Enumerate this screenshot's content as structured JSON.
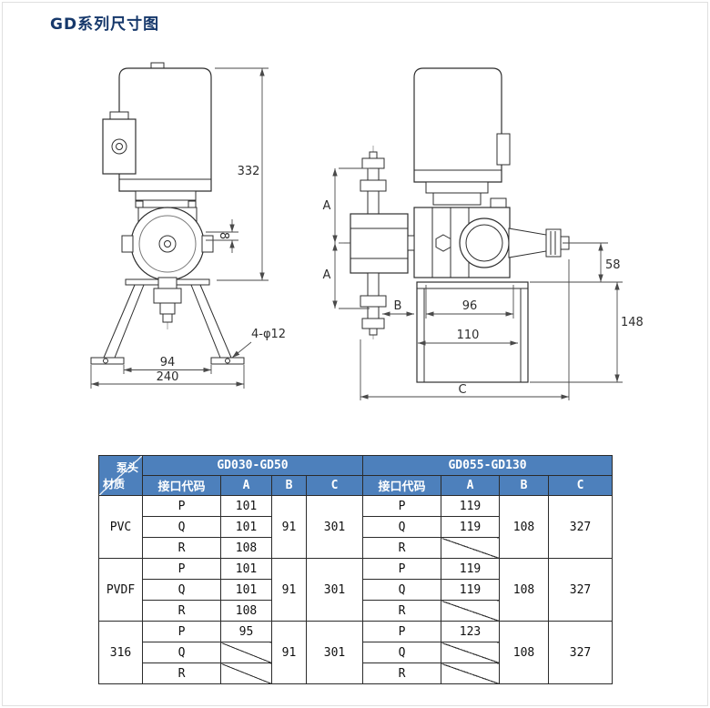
{
  "page": {
    "title": "GD系列尺寸图"
  },
  "front_view": {
    "dim_height": "332",
    "dim_head": "8",
    "dim_inner": "94",
    "dim_outer": "240",
    "dim_holes": "4-φ12"
  },
  "side_view": {
    "dim_a1": "A",
    "dim_a2": "A",
    "dim_b": "B",
    "dim_96": "96",
    "dim_110": "110",
    "dim_58": "58",
    "dim_148": "148",
    "dim_c": "C"
  },
  "table": {
    "corner_top": "泵头",
    "corner_bottom": "材质",
    "group1": "GD030-GD50",
    "group2": "GD055-GD130",
    "col_code": "接口代码",
    "col_a": "A",
    "col_b": "B",
    "col_c": "C",
    "materials": [
      {
        "name": "PVC",
        "codes": [
          "P",
          "Q",
          "R"
        ],
        "g1_a": [
          "101",
          "101",
          "108"
        ],
        "g1_b": "91",
        "g1_c": "301",
        "g2_a": [
          "119",
          "119",
          ""
        ],
        "g2_b": "108",
        "g2_c": "327"
      },
      {
        "name": "PVDF",
        "codes": [
          "P",
          "Q",
          "R"
        ],
        "g1_a": [
          "101",
          "101",
          "108"
        ],
        "g1_b": "91",
        "g1_c": "301",
        "g2_a": [
          "119",
          "119",
          ""
        ],
        "g2_b": "108",
        "g2_c": "327"
      },
      {
        "name": "316",
        "codes": [
          "P",
          "Q",
          "R"
        ],
        "g1_a": [
          "95",
          "",
          ""
        ],
        "g1_b": "91",
        "g1_c": "301",
        "g2_a": [
          "123",
          "",
          ""
        ],
        "g2_b": "108",
        "g2_c": "327"
      }
    ]
  }
}
